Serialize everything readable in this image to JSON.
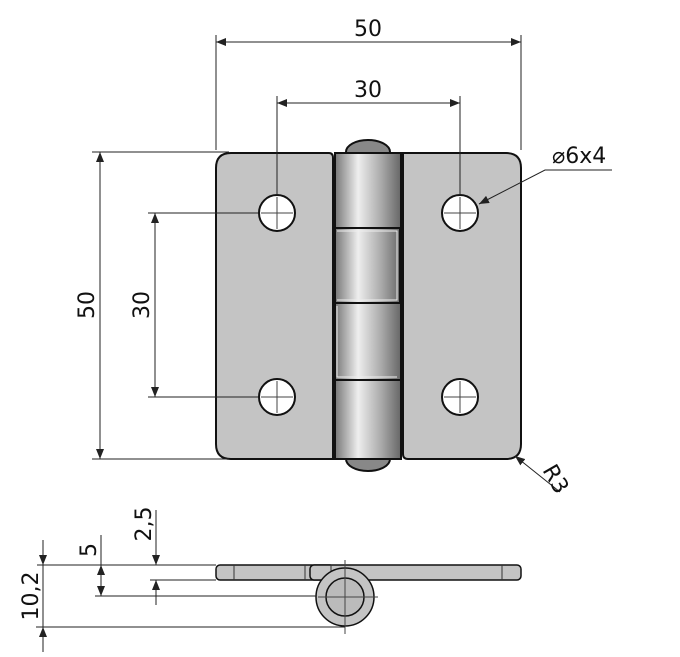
{
  "dimensions": {
    "overall_width": "50",
    "hole_spacing_x": "30",
    "overall_height": "50",
    "hole_spacing_y": "30",
    "hole_spec": "⌀6x4",
    "corner_radius": "R3",
    "total_thickness": "10,2",
    "pin_offset": "5",
    "plate_thickness": "2,5"
  },
  "colors": {
    "plate": "#c4c4c4",
    "line": "#111111"
  }
}
